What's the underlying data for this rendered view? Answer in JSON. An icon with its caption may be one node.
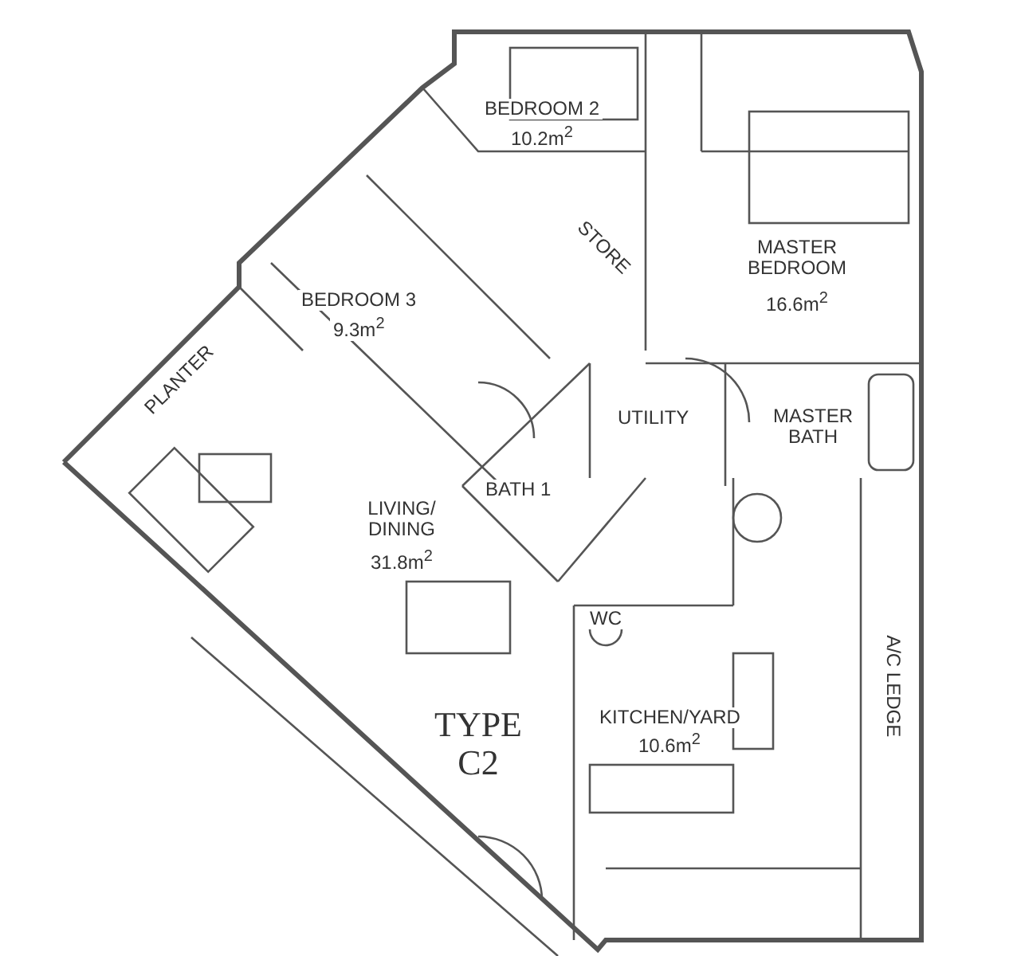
{
  "diagram": {
    "labels": [
      "BEDROOM 2",
      "10.2m$^{2}$",
      "MASTER BEDROOM",
      "16.6m$^{2}$",
      "BEDROOM 3",
      "9.3m$^{2}$",
      "STORE",
      "PLANTER",
      "UTILITY",
      "MASTER BATH",
      "BATH 1",
      "LIVING/ DINING",
      "31.8m$^{2}$",
      "WC",
      "KITCHEN/YARD",
      "10.6m$^{2}$",
      "A/C LEDGE",
      "TYPE C2"
    ]
  }
}
